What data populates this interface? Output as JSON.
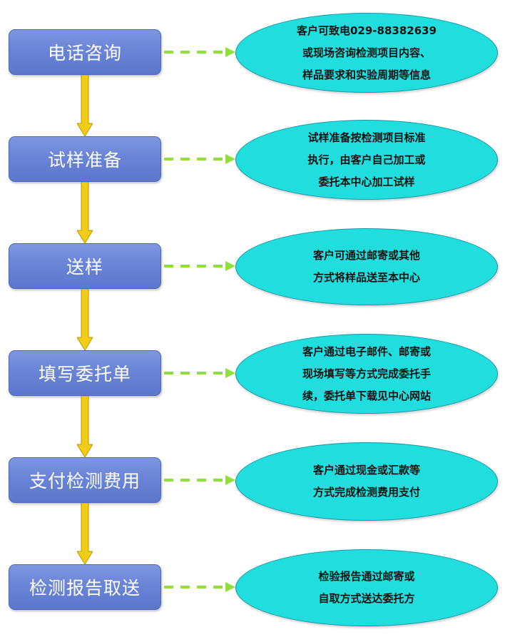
{
  "colors": {
    "step_fill": "#6a84d6",
    "step_border": "#4a68b8",
    "arrow_fill": "#f2cc16",
    "connector": "#8fe03c",
    "note_fill": "#20dede"
  },
  "steps": [
    {
      "label": "电话咨询",
      "note": [
        "客户可致电029-88382639",
        "或现场咨询检测项目内容、",
        "样品要求和实验周期等信息"
      ]
    },
    {
      "label": "试样准备",
      "note": [
        "试样准备按检测项目标准",
        "执行，由客户自己加工或",
        "委托本中心加工试样"
      ]
    },
    {
      "label": "送样",
      "note": [
        "客户可通过邮寄或其他",
        "方式将样品送至本中心"
      ]
    },
    {
      "label": "填写委托单",
      "note": [
        "客户通过电子邮件、邮寄或",
        "现场填写等方式完成委托手",
        "续，委托单下载见中心网站"
      ]
    },
    {
      "label": "支付检测费用",
      "note": [
        "客户通过现金或汇款等",
        "方式完成检测费用支付"
      ]
    },
    {
      "label": "检测报告取送",
      "note": [
        "检验报告通过邮寄或",
        "自取方式送达委托方"
      ]
    }
  ]
}
